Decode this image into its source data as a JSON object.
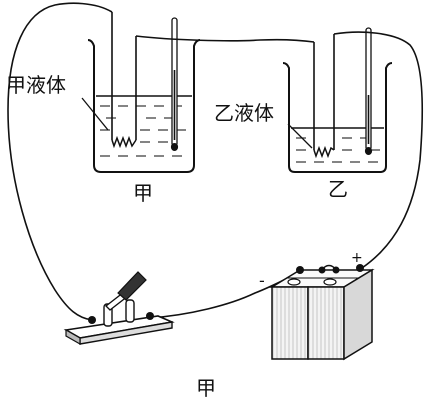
{
  "labels": {
    "liquid_a": "甲液体",
    "liquid_b": "乙液体",
    "beaker_a": "甲",
    "beaker_b": "乙",
    "figure": "甲"
  },
  "battery": {
    "negative": "-",
    "positive": "+"
  },
  "colors": {
    "ink": "#111111",
    "liquid_dash": "#333333",
    "battery_fill": "#e8e8e8"
  }
}
